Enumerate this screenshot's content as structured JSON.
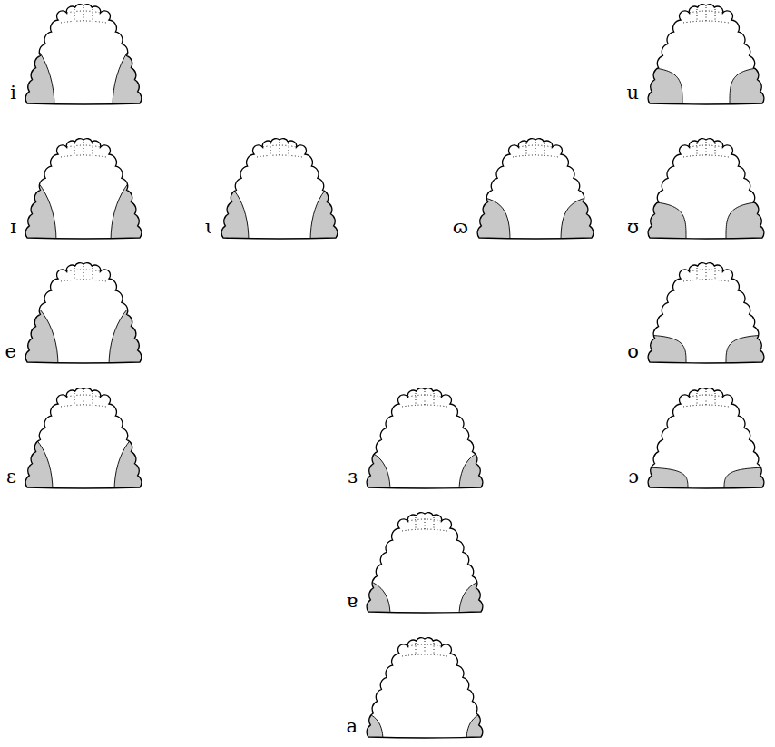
{
  "diagram": {
    "labels": [
      "i",
      "u",
      "ɪ",
      "ɩ",
      "ɷ",
      "ʊ",
      "e",
      "o",
      "ɛ",
      "ɜ",
      "ɔ",
      "ɐ",
      "a"
    ]
  }
}
